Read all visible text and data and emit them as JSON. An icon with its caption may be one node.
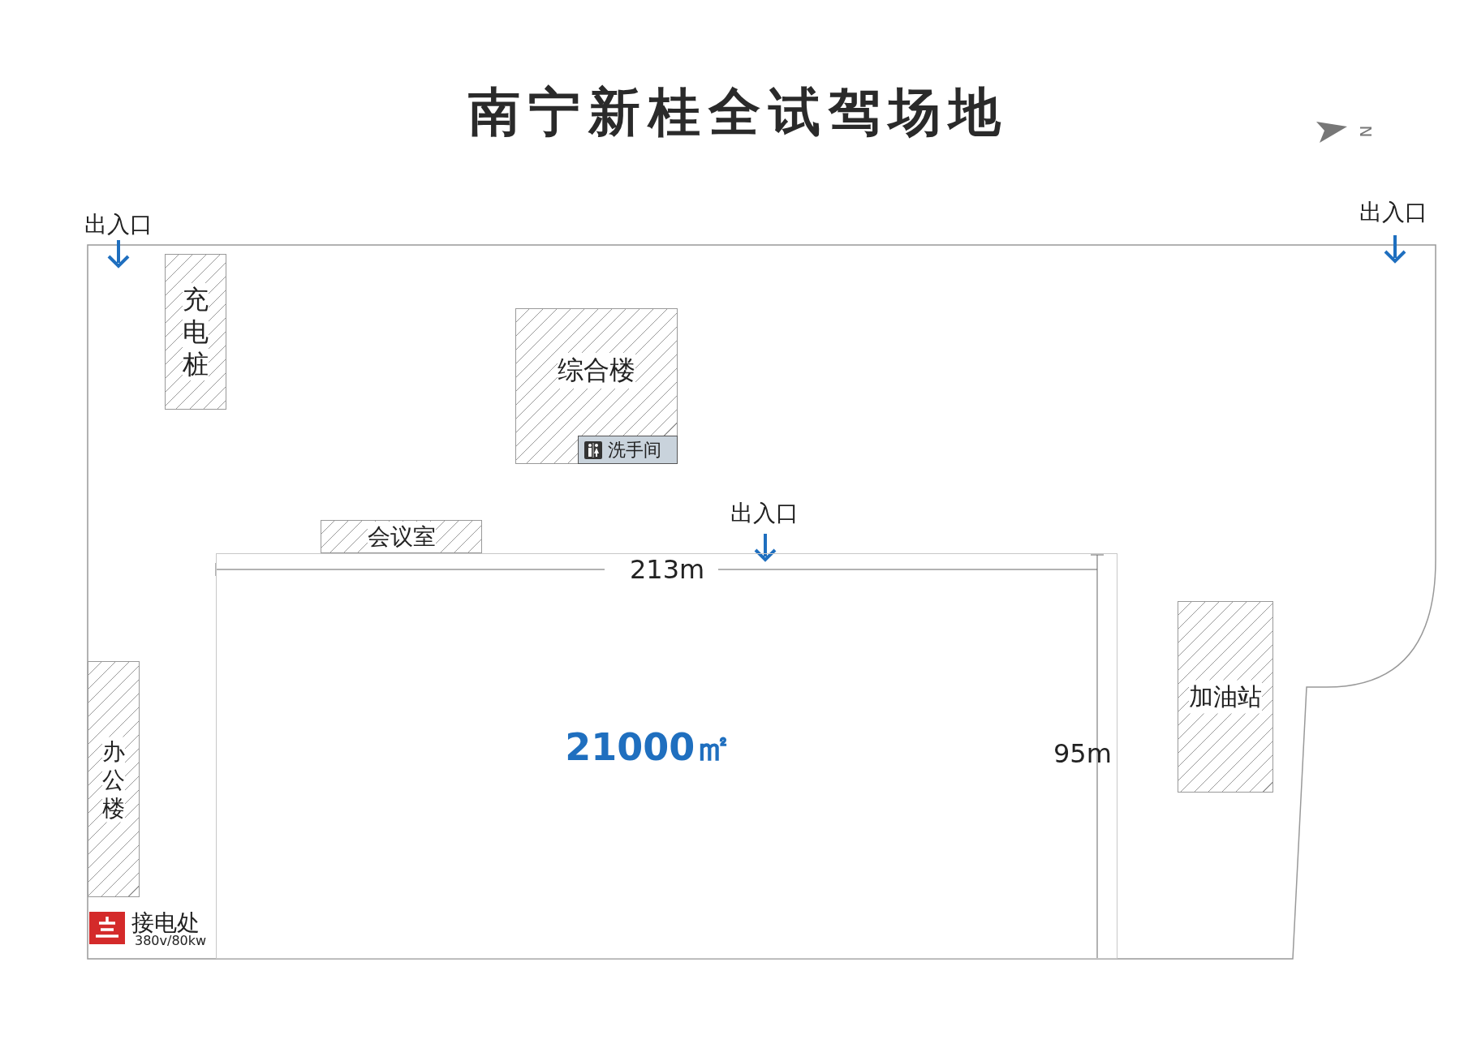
{
  "diagram": {
    "title": "南宁新桂全试驾场地",
    "nodes": [
      {
        "text": [
          "充电桩"
        ]
      },
      {
        "text": [
          "综合楼"
        ]
      },
      {
        "text": [
          "洗手间"
        ],
        "in": 1
      },
      {
        "text": [
          "会议室"
        ]
      },
      {
        "text": [
          "21000㎡"
        ]
      },
      {
        "text": [
          "加油站"
        ]
      },
      {
        "text": [
          "办公楼"
        ]
      }
    ],
    "edges": [],
    "labels": [
      "N",
      "出入口",
      "出入口",
      "出入口",
      "213m",
      "95m",
      "接电处",
      "380v/80kw"
    ]
  }
}
